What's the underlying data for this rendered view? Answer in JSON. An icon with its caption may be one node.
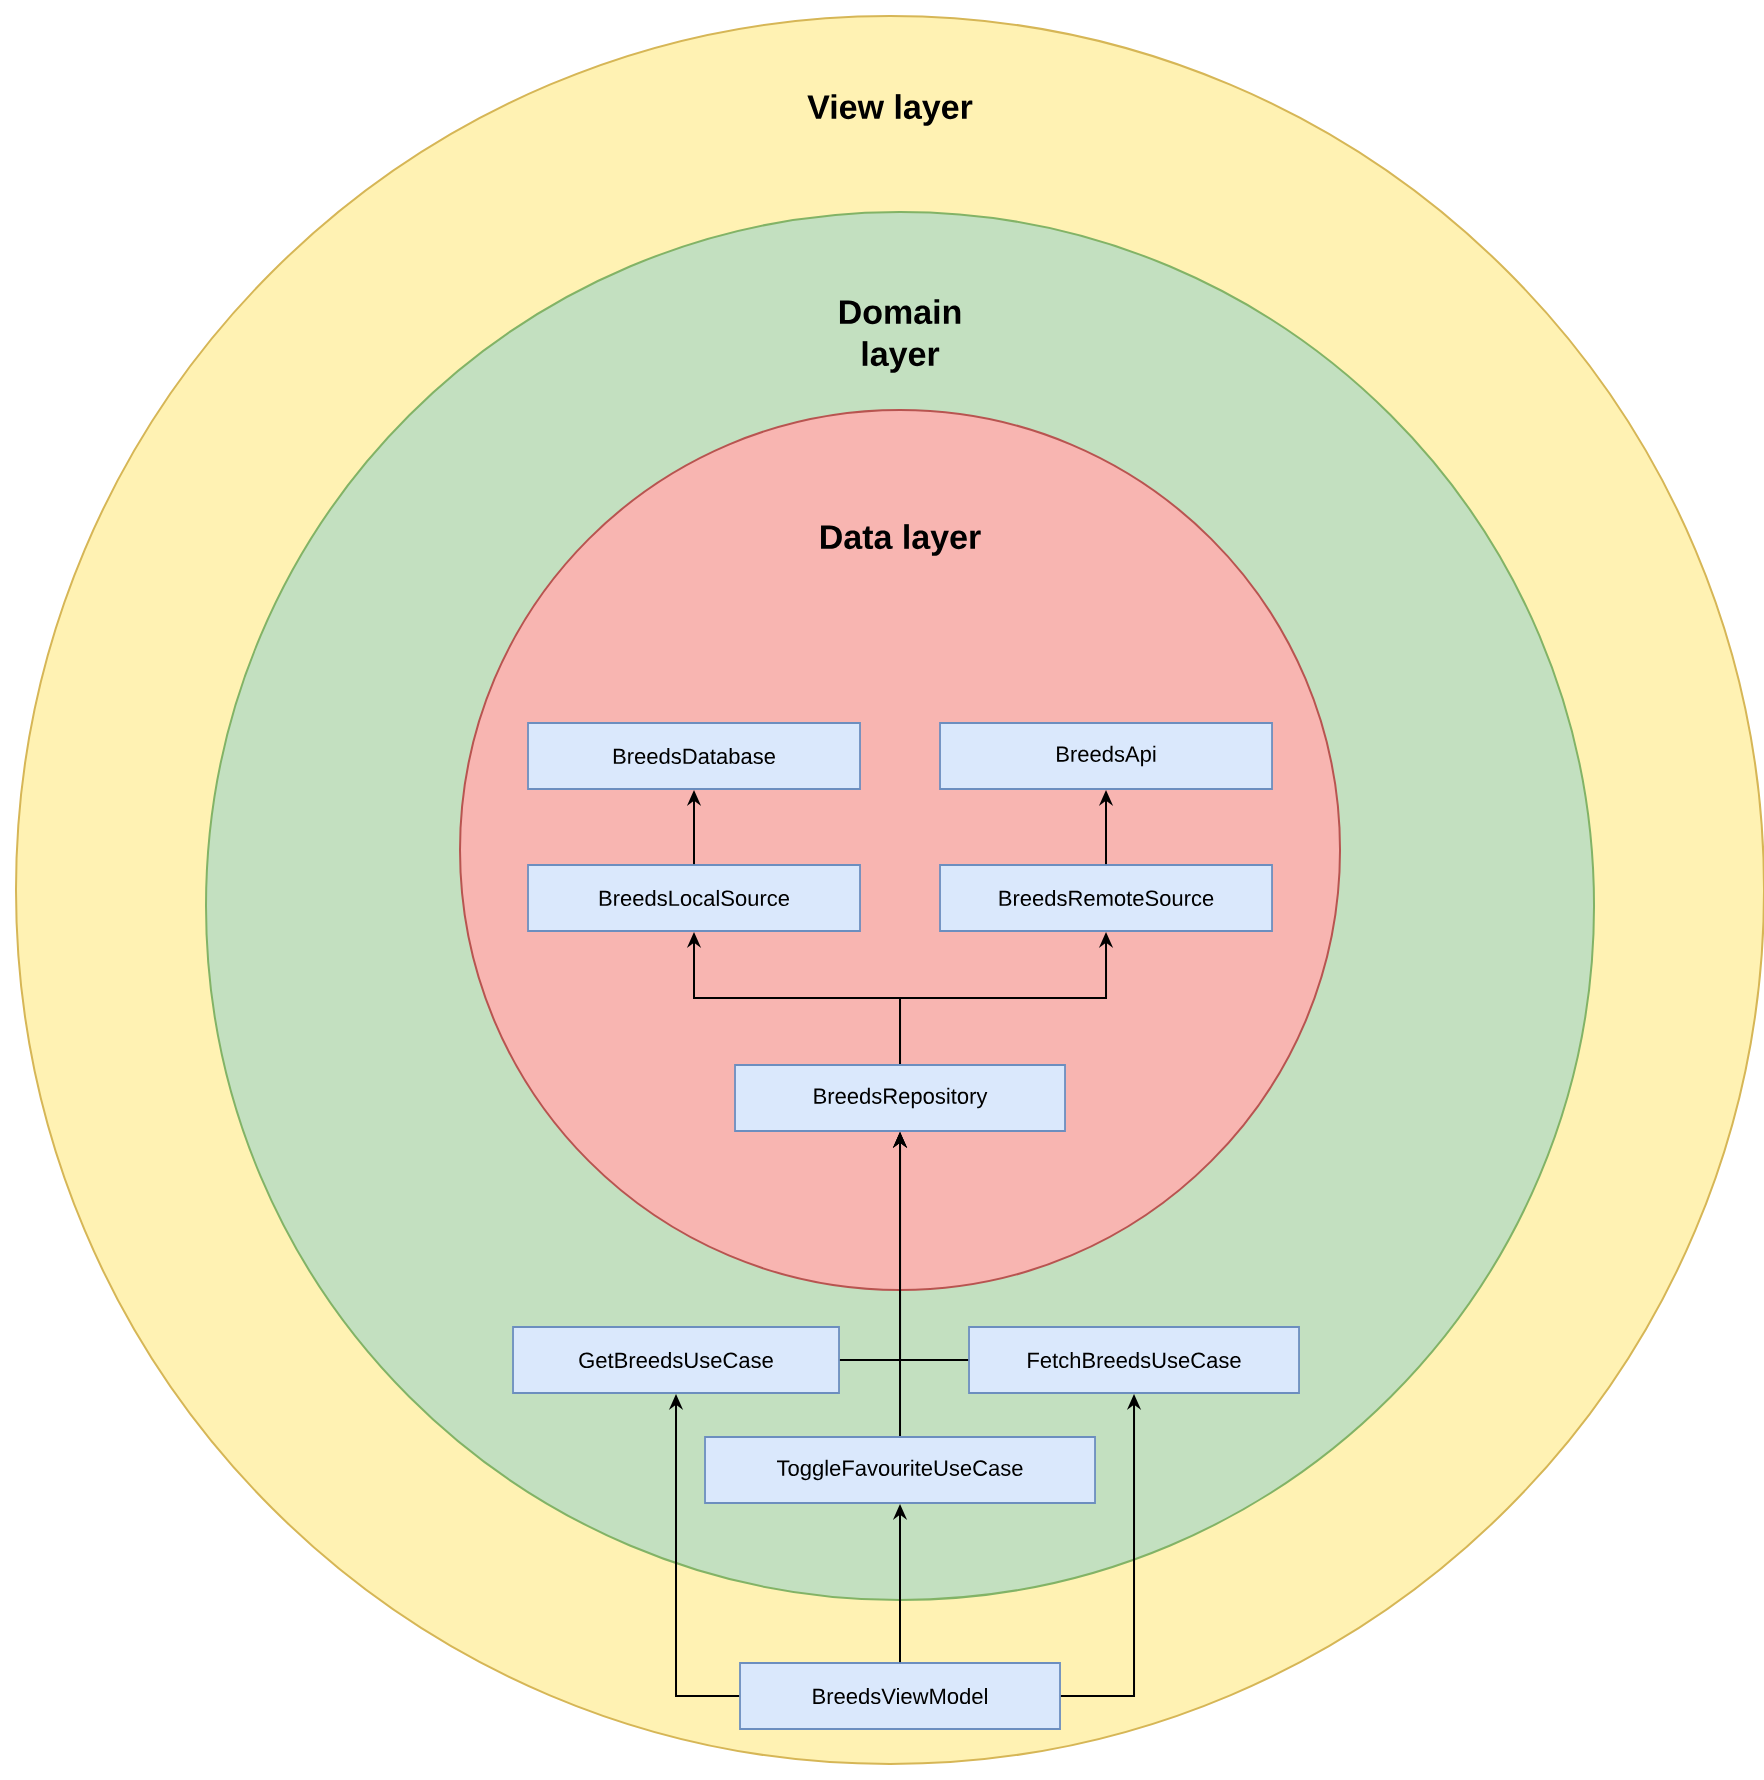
{
  "diagram": {
    "nodes": [
      {
        "text": [
          "View layer"
        ]
      },
      {
        "text": [
          "Domain layer"
        ],
        "in": 0
      },
      {
        "text": [
          "Data layer"
        ],
        "in": 1
      },
      {
        "text": [
          "BreedsDatabase"
        ],
        "in": 2
      },
      {
        "text": [
          "BreedsApi"
        ],
        "in": 2
      },
      {
        "text": [
          "BreedsLocalSource"
        ],
        "in": 2
      },
      {
        "text": [
          "BreedsRemoteSource"
        ],
        "in": 2
      },
      {
        "text": [
          "BreedsRepository"
        ],
        "in": 2
      },
      {
        "text": [
          "GetBreedsUseCase"
        ],
        "in": 1
      },
      {
        "text": [
          "FetchBreedsUseCase"
        ],
        "in": 1
      },
      {
        "text": [
          "ToggleFavouriteUseCase"
        ],
        "in": 1
      },
      {
        "text": [
          "BreedsViewModel"
        ],
        "in": 0
      }
    ],
    "edges": [
      {
        "from": 5,
        "to": 3,
        "arrow": "to"
      },
      {
        "from": 6,
        "to": 4,
        "arrow": "to"
      },
      {
        "from": 7,
        "to": 5,
        "arrow": "to"
      },
      {
        "from": 7,
        "to": 6,
        "arrow": "to"
      },
      {
        "from": 8,
        "to": 7,
        "arrow": "to"
      },
      {
        "from": 9,
        "to": 7,
        "arrow": "to"
      },
      {
        "from": 10,
        "to": 7,
        "arrow": "to"
      },
      {
        "from": 11,
        "to": 8,
        "arrow": "to"
      },
      {
        "from": 11,
        "to": 10,
        "arrow": "to"
      },
      {
        "from": 11,
        "to": 9,
        "arrow": "to"
      }
    ]
  }
}
